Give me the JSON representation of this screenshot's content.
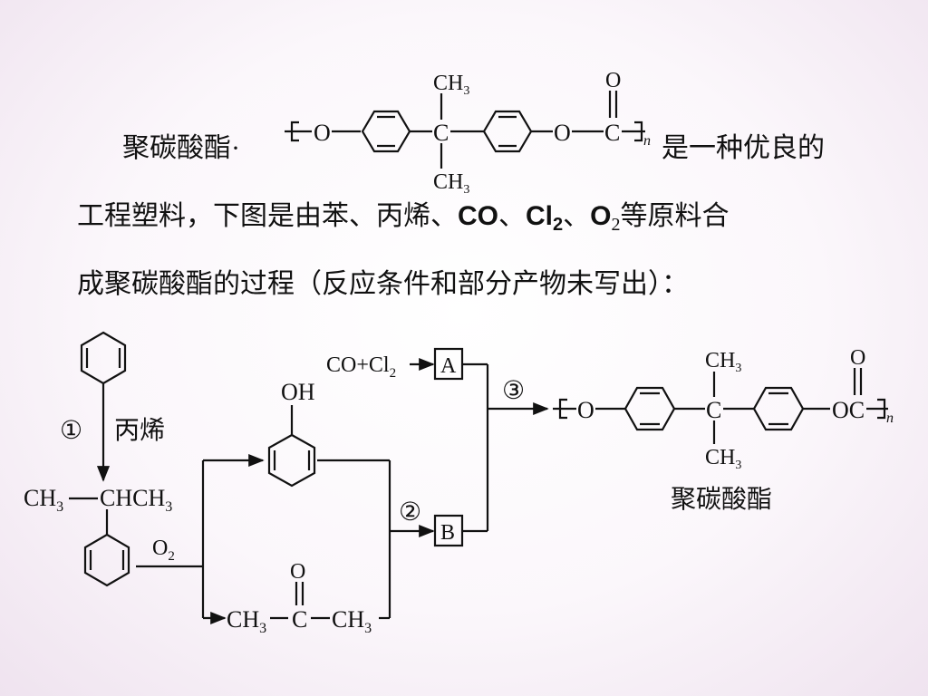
{
  "intro": {
    "line1_prefix": "聚碳酸酯·",
    "line1_suffix": "是一种优良的",
    "line2_prefix": "工程塑料，下图是由苯、丙烯、",
    "co": "CO",
    "sep": "、",
    "cl": "Cl",
    "cl_sub": "2",
    "o": "O",
    "o_sub": "2",
    "line2_suffix": "等原料合",
    "line3": "成聚碳酸酯的过程（反应条件和部分产物未写出）："
  },
  "polymer": {
    "ch3": "CH",
    "sub3": "3",
    "o": "O",
    "c": "C",
    "n": "n"
  },
  "scheme": {
    "step1": "①",
    "step2": "②",
    "step3": "③",
    "propene": "丙烯",
    "cumene_ch3": "CH",
    "cumene_ch": "CHCH",
    "sub3": "3",
    "o2": "O",
    "sub2": "2",
    "phenol_oh": "OH",
    "co_cl2": "CO+Cl",
    "box_a": "A",
    "box_b": "B",
    "acetone_o": "O",
    "acetone_ch3": "CH",
    "acetone_c": "C",
    "product_label": "聚碳酸酯",
    "product_oc": "OC",
    "product_n": "n"
  }
}
